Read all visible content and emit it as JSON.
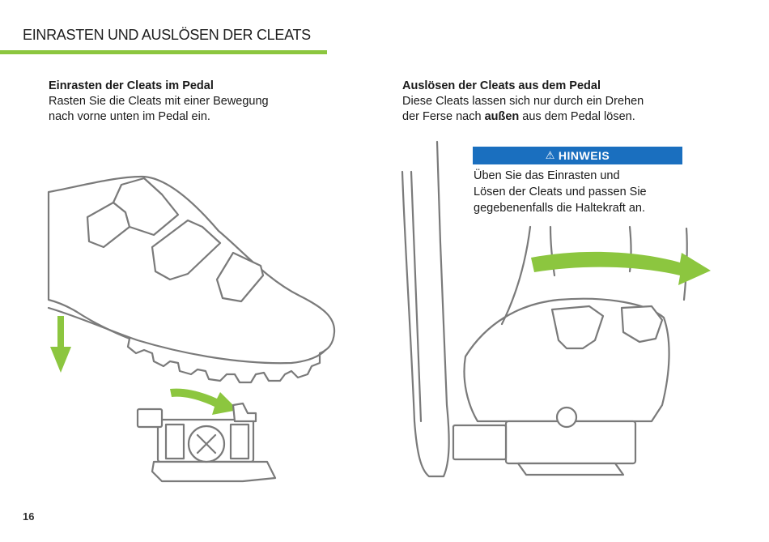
{
  "page": {
    "title": "EINRASTEN UND AUSLÖSEN DER CLEATS",
    "number": "16"
  },
  "left": {
    "heading": "Einrasten der Cleats im Pedal",
    "lines": [
      "Rasten Sie die Cleats mit einer Bewegung",
      "nach vorne unten im Pedal ein."
    ]
  },
  "right": {
    "heading": "Auslösen der Cleats aus dem Pedal",
    "line1": "Diese Cleats lassen sich nur durch ein Drehen",
    "line2_pre": "der Ferse nach ",
    "line2_bold": "außen",
    "line2_post": " aus dem Pedal lösen."
  },
  "notice": {
    "label": "HINWEIS",
    "icon": "warning-triangle-icon",
    "lines": [
      "Üben Sie das Einrasten und",
      "Lösen der Cleats und passen Sie",
      "gegebenenfalls die Haltekraft an."
    ]
  },
  "colors": {
    "accent_green": "#8cc63f",
    "notice_blue": "#1a6fbf",
    "line_gray": "#7a7a7a"
  }
}
